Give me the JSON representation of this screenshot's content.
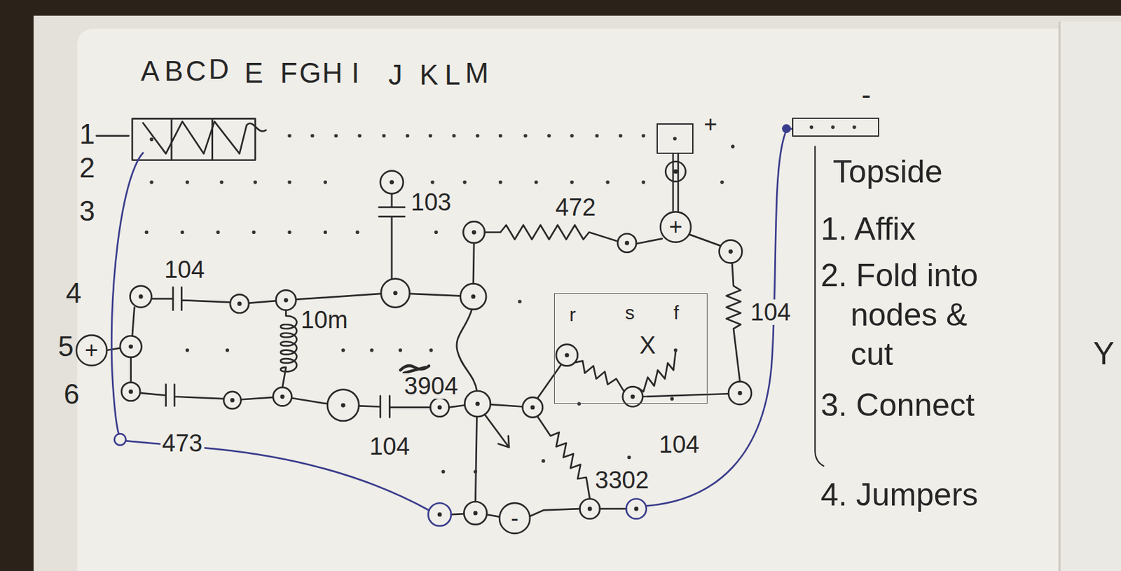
{
  "diagram": {
    "nodes": [
      {
        "text": [
          "+"
        ]
      },
      {
        "text": [
          "-"
        ]
      },
      {
        "text": [
          "+"
        ]
      },
      {
        "text": [
          "r",
          "s",
          "f",
          "X"
        ]
      },
      {
        "text": [
          "+"
        ]
      },
      {
        "text": [
          "-"
        ]
      }
    ],
    "edges": [
      {
        "from": 0,
        "to": 2,
        "arrow": "none"
      }
    ],
    "labels": [
      "A",
      "B",
      "C",
      "D",
      "E",
      "F",
      "G",
      "H",
      "I",
      "J",
      "K",
      "L",
      "M",
      "1",
      "2",
      "3",
      "4",
      "5",
      "6",
      "104",
      "103",
      "472",
      "104",
      "10m",
      "3904",
      "473",
      "104",
      "104",
      "3302",
      "Topside",
      "1. Affix",
      "2. Fold into nodes & cut",
      "3. Connect",
      "4. Jumpers",
      "Y"
    ]
  }
}
